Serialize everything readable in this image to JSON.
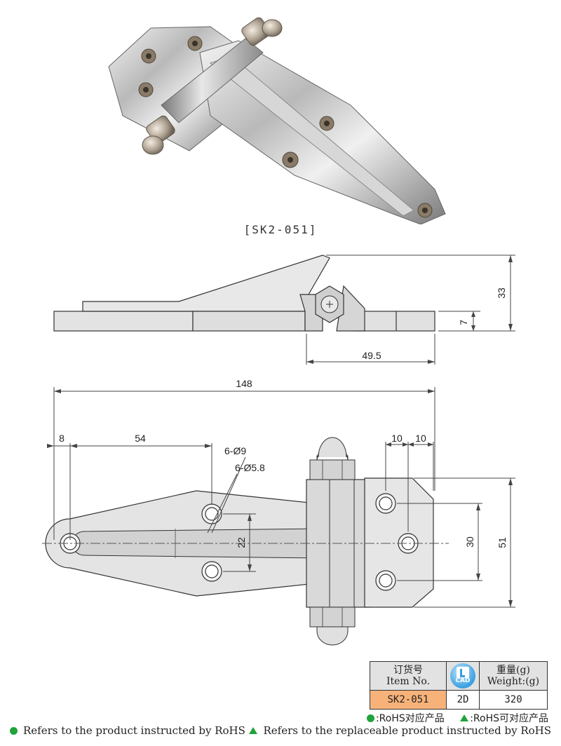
{
  "product": {
    "code_label": "[SK2-051]"
  },
  "side_view": {
    "dim_height_total": "33",
    "dim_height_leaf": "7",
    "dim_pin_to_end": "49.5"
  },
  "top_view": {
    "dim_overall_length": "148",
    "dim_end_offset": "8",
    "dim_hole_spacing": "54",
    "dim_small_hole_count": "6-Ø9",
    "dim_large_hole_count": "6-Ø5.8",
    "dim_vertical_hole_spacing": "22",
    "dim_bracket_offset_left": "10",
    "dim_bracket_offset_right": "10",
    "dim_bracket_hole_spacing": "30",
    "dim_bracket_height": "51"
  },
  "spec_table": {
    "header_item_cn": "订货号",
    "header_item_en": "Item No.",
    "header_cad": "CAD",
    "header_weight_cn": "重量(g)",
    "header_weight_en": "Weight:(g)",
    "item_no": "SK2-051",
    "cad_type": "2D",
    "weight": "320"
  },
  "legend": {
    "rohs_cn": ":RoHS对应产品",
    "rohs_replaceable_cn": ":RoHS可对应产品",
    "rohs_en": "Refers to the product instructed by RoHS",
    "rohs_replaceable_en": "Refers to the replaceable product instructed by RoHS"
  },
  "colors": {
    "accent_orange": "#f7b27a",
    "rohs_green": "#1fa33a",
    "cad_blue": "#3a9fe0"
  }
}
